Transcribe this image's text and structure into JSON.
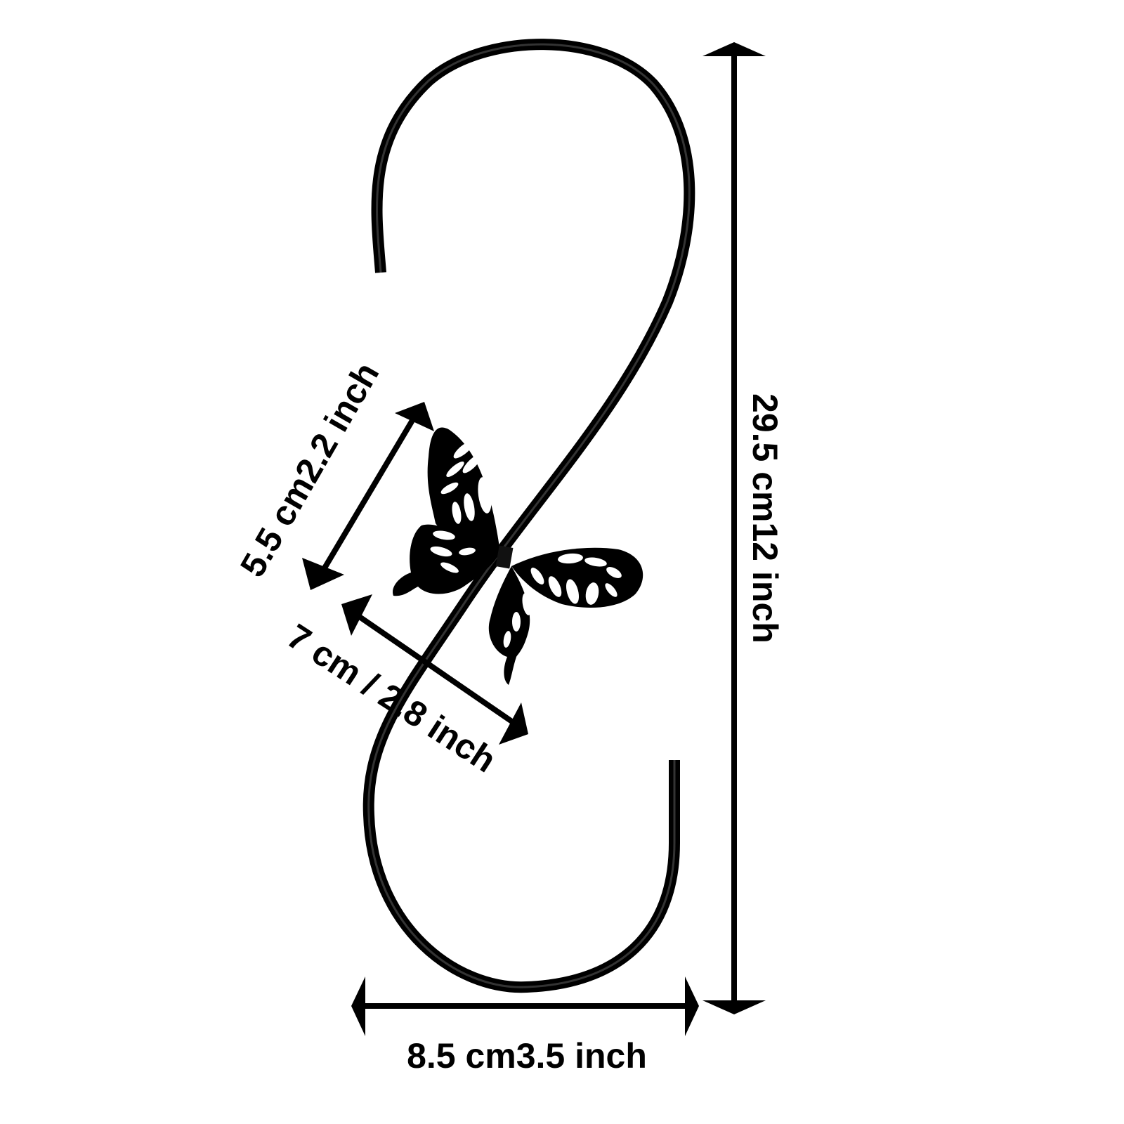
{
  "diagram": {
    "subject": "S-hook with butterfly",
    "colors": {
      "ink": "#000000",
      "background": "#ffffff"
    },
    "dimensions": {
      "height": {
        "value": 29.5,
        "unit": "cm",
        "label": "29.5 cm12 inch"
      },
      "width": {
        "value": 8.5,
        "unit": "cm",
        "label": "8.5 cm3.5 inch"
      },
      "butterfly_height": {
        "value": 5.5,
        "unit": "cm",
        "label": "5.5 cm2.2 inch"
      },
      "butterfly_width": {
        "value": 7,
        "unit": "cm",
        "label": "7 cm / 2.8 inch"
      }
    }
  }
}
